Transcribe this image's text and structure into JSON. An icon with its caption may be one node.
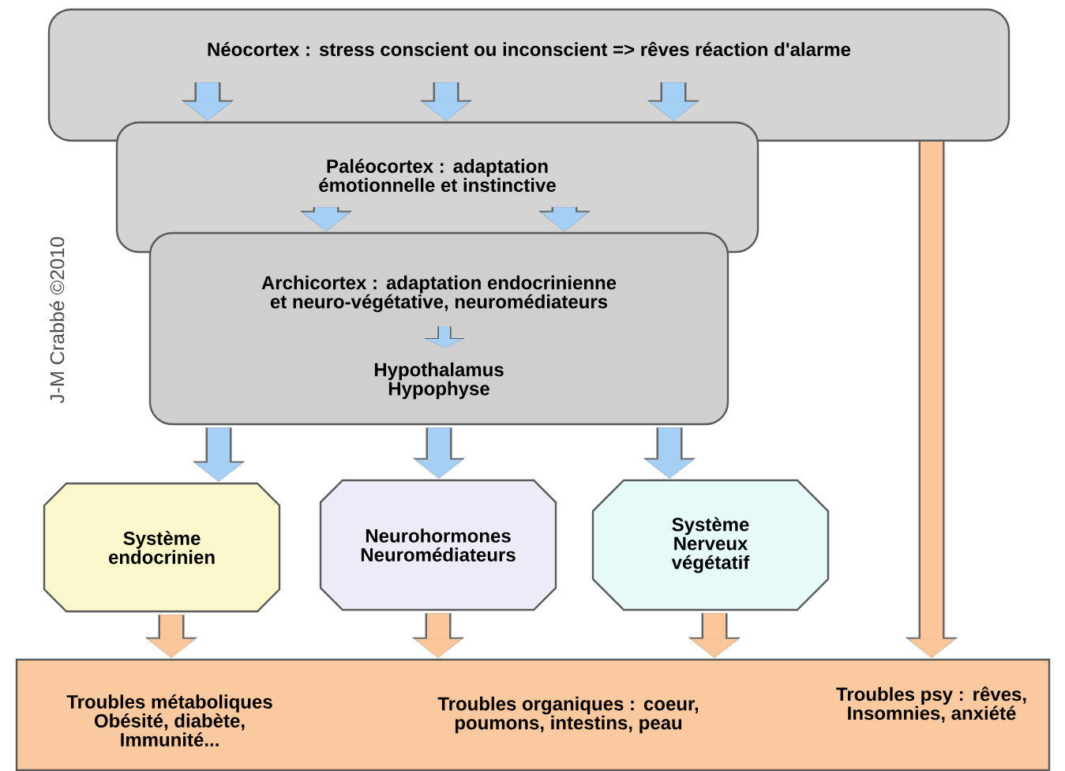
{
  "diagram": {
    "nodes": [
      {
        "text": [
          "Néocortex : stress conscient ou inconscient => rêves réaction d'alarme"
        ]
      },
      {
        "text": [
          "Paléocortex : adaptation émotionnelle et instinctive"
        ]
      },
      {
        "text": [
          "Archicortex : adaptation endocrinienne et neuro-végétative, neuromédiateurs",
          "Hypothalamus Hypophyse"
        ]
      },
      {
        "text": [
          "Système endocrinien"
        ]
      },
      {
        "text": [
          "Neurohormones Neuromédiateurs"
        ]
      },
      {
        "text": [
          "Système Nerveux végétatif"
        ]
      },
      {
        "text": [
          "Troubles métaboliques Obésité, diabète, Immunité...",
          "Troubles organiques : coeur, poumons, intestins, peau",
          "Troubles psy : rêves, Insomnies, anxiété"
        ]
      }
    ],
    "edges": [
      {
        "from": 0,
        "to": 1,
        "arrow": "to"
      },
      {
        "from": 0,
        "to": 1,
        "arrow": "to"
      },
      {
        "from": 0,
        "to": 1,
        "arrow": "to"
      },
      {
        "from": 1,
        "to": 2,
        "arrow": "to"
      },
      {
        "from": 1,
        "to": 2,
        "arrow": "to"
      },
      {
        "from": 2,
        "to": 3,
        "arrow": "to"
      },
      {
        "from": 2,
        "to": 4,
        "arrow": "to"
      },
      {
        "from": 2,
        "to": 5,
        "arrow": "to"
      },
      {
        "from": 3,
        "to": 6,
        "arrow": "to",
        "color": "#fbc79a"
      },
      {
        "from": 4,
        "to": 6,
        "arrow": "to",
        "color": "#fbc79a"
      },
      {
        "from": 5,
        "to": 6,
        "arrow": "to",
        "color": "#fbc79a"
      },
      {
        "from": 0,
        "to": 6,
        "arrow": "to",
        "color": "#fbc79a"
      }
    ],
    "labels": [
      "J-M Crabbé ©2010"
    ]
  }
}
